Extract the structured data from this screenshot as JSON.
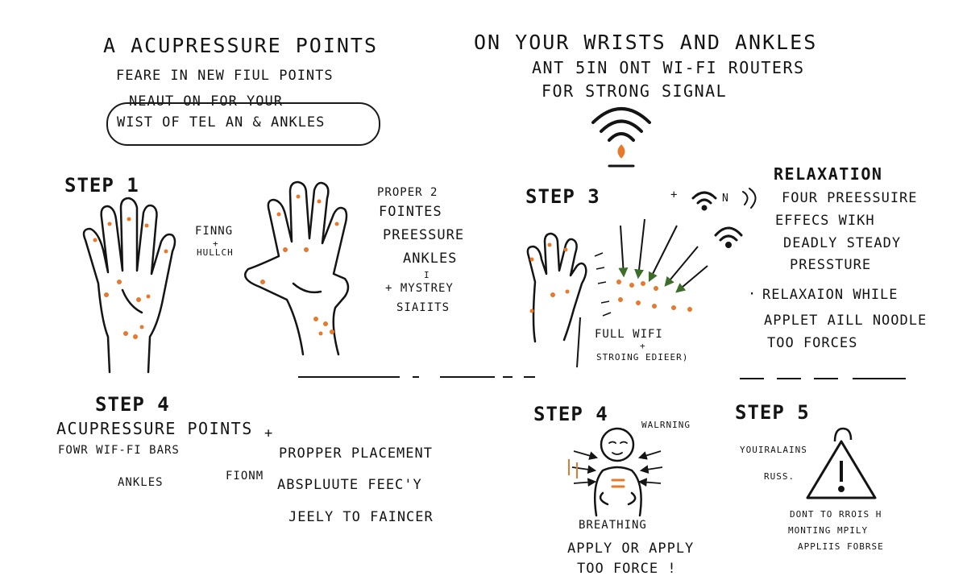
{
  "header": {
    "title_left": "A ACUPRESSURE POINTS",
    "title_right": "ON YOUR WRISTS AND ANKLES",
    "subtitle_line1": "ANT  5IN ONT WI-FI ROUTERS",
    "subtitle_line2": "FOR STRONG SIGNAL"
  },
  "intro": {
    "line1": "FEARE IN NEW FIUL POINTS",
    "line2": "NEAUT ON FOR YOUR",
    "line3": "WIST OF TEL AN & ANKLES"
  },
  "step1": {
    "heading": "STEP 1",
    "label_top": "FINNG",
    "label_plus": "+",
    "label_bottom": "HULLCH",
    "notes": [
      "PROPER 2",
      "FOINTES",
      "PREESSURE",
      "ANKLES",
      "I",
      "+ MYSTREY",
      "SIAIITS"
    ]
  },
  "step3": {
    "heading": "STEP 3",
    "label1": "FULL  WIFI",
    "label_plus": "+",
    "label2": "STROING EDIEER)"
  },
  "relaxation": {
    "heading": "RELAXATION",
    "lines": [
      "FOUR PREESSUIRE",
      "EFFECS WIKH",
      "DEADLY STEADY",
      "PRESSTURE"
    ],
    "bullet_line1": "RELAXAION WHILE",
    "bullet_line2": "APPLET aill NOODLE",
    "bullet_line3": "TOO  FORCES"
  },
  "step4_left": {
    "heading": "STEP 4",
    "line1": "ACUPRESSURE POINTS",
    "plus": "+",
    "line2": "FOWR WIF-FI BARS",
    "label_ankles": "ANKLES",
    "label_from": "FIONM",
    "line3": "PROPPER PLACEMENT",
    "line4": "ABSPLUUTE FEEC'Y",
    "line5": "JEELY to FAINCER"
  },
  "step4_mid": {
    "heading": "STEP 4",
    "warning": "WALRNING",
    "breathing": "BREATHING",
    "line1": "APPLY OR APPLY",
    "line2": "TOO FORCE !"
  },
  "step5": {
    "heading": "STEP 5",
    "line1": "YOUIRALAINS",
    "line2": "RUSS.",
    "note1": "DONT to RROIS H",
    "note2": "MONTING MPILY",
    "note3": "APPLIIS FOBRSE"
  },
  "colors": {
    "ink": "#141414",
    "accent": "#e8782a"
  }
}
